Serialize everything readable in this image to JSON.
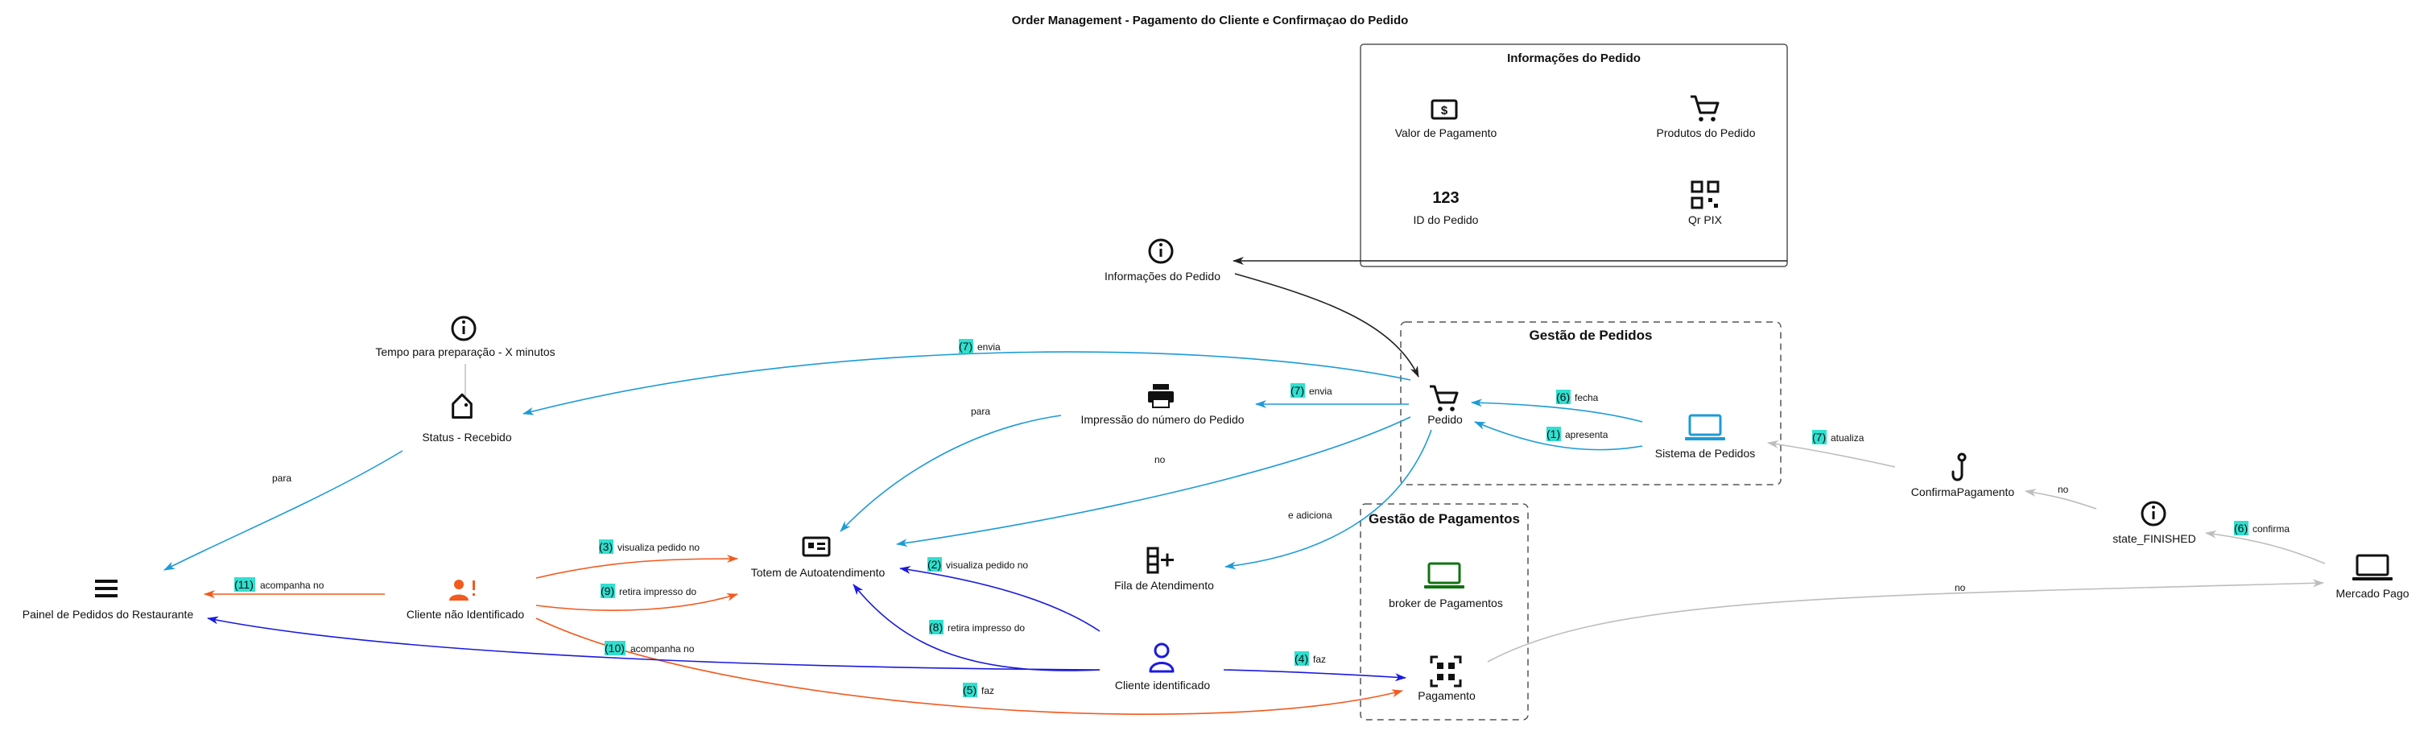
{
  "title": "Order Management - Pagamento do Cliente e Confirmaçao do Pedido",
  "colors": {
    "blue_light": "#1d9bd7",
    "blue_dark": "#1a1ae0",
    "orange": "#f25a1e",
    "gray": "#bdbdbd",
    "black": "#222222",
    "green": "#127312",
    "badge": "#2fe0d0"
  },
  "groups": {
    "info": {
      "title": "Informações do Pedido"
    },
    "gestao_pedidos": {
      "title": "Gestão de Pedidos"
    },
    "gestao_pagamentos": {
      "title": "Gestão de Pagamentos"
    }
  },
  "nodes": {
    "valor_pagamento": {
      "label": "Valor de Pagamento",
      "icon": "dollar-bill-icon"
    },
    "produtos_pedido": {
      "label": "Produtos do Pedido",
      "icon": "cart-icon"
    },
    "id_pedido": {
      "label": "ID do Pedido",
      "icon": "numbers-icon"
    },
    "qr_pix": {
      "label": "Qr PIX",
      "icon": "qr-code-icon"
    },
    "informacoes_pedido": {
      "label": "Informações do Pedido",
      "icon": "info-icon"
    },
    "tempo_preparacao": {
      "label": "Tempo para preparação - X minutos",
      "icon": "info-icon"
    },
    "status_recebido": {
      "label": "Status - Recebido",
      "icon": "tag-icon"
    },
    "painel_pedidos": {
      "label": "Painel de Pedidos do Restaurante",
      "icon": "list-icon"
    },
    "cliente_nao_identificado": {
      "label": "Cliente não Identificado",
      "icon": "person-alert-icon"
    },
    "totem": {
      "label": "Totem de Autoatendimento",
      "icon": "kiosk-icon"
    },
    "impressao": {
      "label": "Impressão do número do Pedido",
      "icon": "printer-icon"
    },
    "pedido": {
      "label": "Pedido",
      "icon": "cart-icon"
    },
    "sistema_pedidos": {
      "label": "Sistema de Pedidos",
      "icon": "laptop-icon"
    },
    "fila_atendimento": {
      "label": "Fila de Atendimento",
      "icon": "queue-add-icon"
    },
    "cliente_identificado": {
      "label": "Cliente identificado",
      "icon": "person-icon"
    },
    "broker_pagamentos": {
      "label": "broker de Pagamentos",
      "icon": "laptop-icon"
    },
    "pagamento": {
      "label": "Pagamento",
      "icon": "qr-scan-icon"
    },
    "confirma_pagamento": {
      "label": "ConfirmaPagamento",
      "icon": "hook-icon"
    },
    "state_finished": {
      "label": "state_FINISHED",
      "icon": "info-icon"
    },
    "mercado_pago": {
      "label": "Mercado Pago",
      "icon": "laptop-icon"
    }
  },
  "edges": {
    "envia_status": {
      "num": "(7)",
      "label": "envia"
    },
    "envia_impressao": {
      "num": "(7)",
      "label": "envia"
    },
    "fecha": {
      "num": "(6)",
      "label": "fecha"
    },
    "apresenta": {
      "num": "(1)",
      "label": "apresenta"
    },
    "atualiza": {
      "num": "(7)",
      "label": "atualiza"
    },
    "no_confirma": {
      "label": "no"
    },
    "confirma": {
      "num": "(6)",
      "label": "confirma"
    },
    "no_mercado": {
      "label": "no"
    },
    "para_totem": {
      "label": "para"
    },
    "para_painel": {
      "label": "para"
    },
    "no_totem": {
      "label": "no"
    },
    "e_adiciona": {
      "label": "e adiciona"
    },
    "visualiza_3": {
      "num": "(3)",
      "label": "visualiza pedido no"
    },
    "retira_9": {
      "num": "(9)",
      "label": "retira impresso do"
    },
    "acompanha_11": {
      "num": "(11)",
      "label": "acompanha no"
    },
    "acompanha_10": {
      "num": "(10)",
      "label": "acompanha no"
    },
    "visualiza_2": {
      "num": "(2)",
      "label": "visualiza pedido no"
    },
    "retira_8": {
      "num": "(8)",
      "label": "retira impresso do"
    },
    "faz_4": {
      "num": "(4)",
      "label": "faz"
    },
    "faz_5": {
      "num": "(5)",
      "label": "faz"
    }
  }
}
